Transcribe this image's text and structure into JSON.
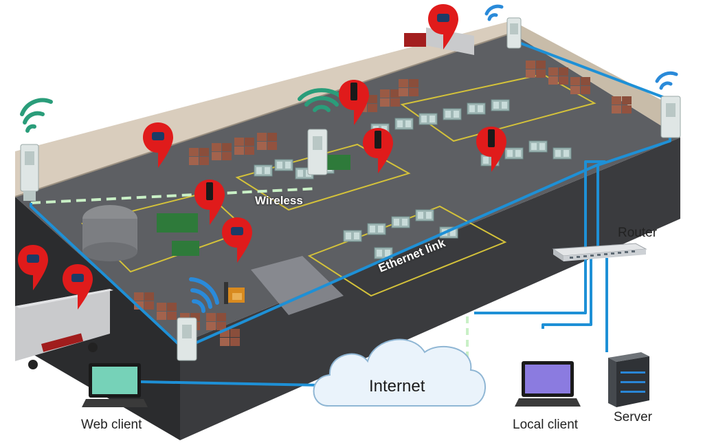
{
  "labels": {
    "wireless": "Wireless",
    "ethernet": "Ethernet link",
    "router": "Router",
    "internet": "Internet",
    "web_client": "Web client",
    "local_client": "Local client",
    "server": "Server"
  },
  "colors": {
    "ethernet_line": "#1e90d6",
    "wireless_line": "#c9f0c6",
    "location_pin": "#e01b1b",
    "wifi_signal": "#2a9d7a",
    "floor": "#5d5f63",
    "wall": "#d9cdbd",
    "building_side": "#2b2c2e",
    "cloud_fill": "#eaf3fb"
  },
  "icons": [
    "location-pin-icon",
    "handheld-radio-icon",
    "wifi-signal-icon",
    "access-point-icon",
    "router-icon",
    "cloud-icon",
    "laptop-icon",
    "server-icon",
    "truck-icon",
    "forklift-icon"
  ]
}
